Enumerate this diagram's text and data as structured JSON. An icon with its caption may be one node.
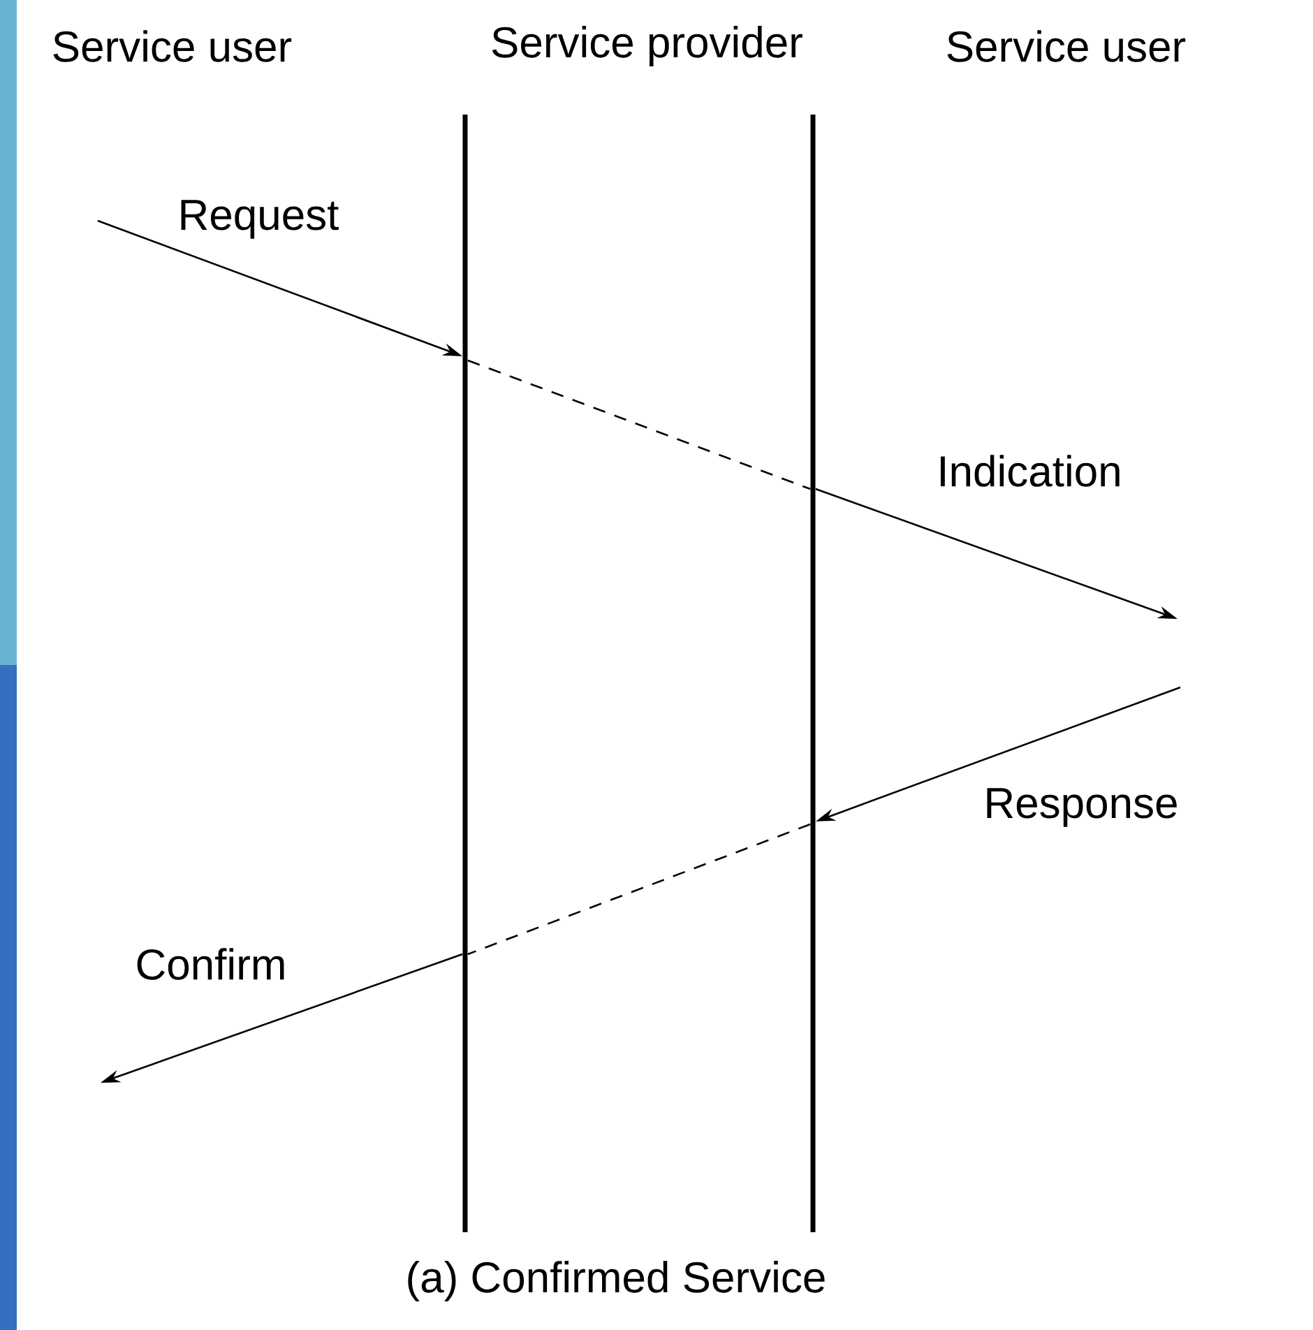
{
  "diagram": {
    "caption": "(a) Confirmed Service",
    "nodes": [
      {
        "text": [],
        "shape": "bar"
      },
      {
        "text": [],
        "shape": "bar"
      }
    ],
    "edges": [
      {
        "from": null,
        "to": 0,
        "arrow": "to",
        "label": "Request"
      },
      {
        "from": 0,
        "to": 1,
        "arrow": "none",
        "style": "dashed"
      },
      {
        "from": 1,
        "to": null,
        "arrow": "to",
        "label": "Indication"
      },
      {
        "from": null,
        "to": 1,
        "arrow": "to",
        "label": "Response"
      },
      {
        "from": 1,
        "to": 0,
        "arrow": "none",
        "style": "dashed"
      },
      {
        "from": 0,
        "to": null,
        "arrow": "to",
        "label": "Confirm"
      }
    ],
    "labels": [
      "Service user",
      "Service provider",
      "Service user"
    ]
  }
}
